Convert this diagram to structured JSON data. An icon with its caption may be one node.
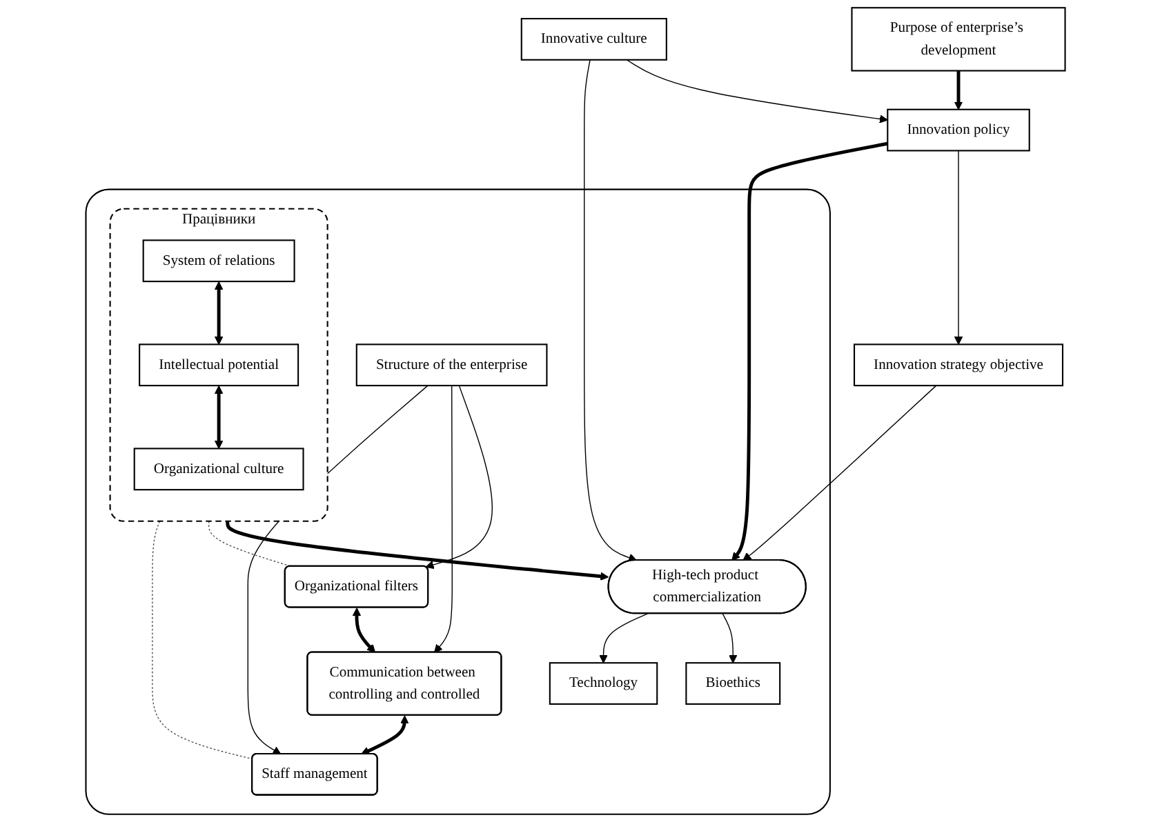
{
  "diagram": {
    "nodes": [
      {
        "text": [
          "Purpose of enterprise’s development"
        ]
      },
      {
        "text": [
          "Innovation policy"
        ]
      },
      {
        "text": [
          "Innovative culture"
        ]
      },
      {
        "text": [
          "Innovation strategy objective"
        ]
      },
      {
        "text": [],
        "shape": "box"
      },
      {
        "text": [
          "High-tech product commercialization"
        ],
        "in": 4
      },
      {
        "text": [
          "Bioethics"
        ],
        "in": 4
      },
      {
        "text": [
          "Technology"
        ],
        "in": 4
      },
      {
        "text": [
          "Працівники"
        ],
        "in": 4
      },
      {
        "text": [
          "System of relations"
        ],
        "in": 8
      },
      {
        "text": [
          "Intellectual potential"
        ],
        "in": 8
      },
      {
        "text": [
          "Organizational culture"
        ],
        "in": 8
      },
      {
        "text": [
          "Organizational filters"
        ],
        "in": 4
      },
      {
        "text": [
          "Communication between controlling and controlled"
        ],
        "in": 4
      },
      {
        "text": [
          "Staff management"
        ],
        "in": 4
      },
      {
        "text": [
          "Structure of the enterprise"
        ],
        "in": 4
      }
    ],
    "edges": [
      {
        "from": 0,
        "to": 1,
        "arrow": "to",
        "style": "thick"
      },
      {
        "from": 2,
        "to": 1,
        "arrow": "to"
      },
      {
        "from": 1,
        "to": 3,
        "arrow": "to"
      },
      {
        "from": 1,
        "to": 5,
        "arrow": "to",
        "style": "thick"
      },
      {
        "from": 2,
        "to": 5,
        "arrow": "to"
      },
      {
        "from": 3,
        "to": 5,
        "arrow": "to"
      },
      {
        "from": 5,
        "to": 6,
        "arrow": "to"
      },
      {
        "from": 5,
        "to": 7,
        "arrow": "to"
      },
      {
        "from": 8,
        "to": 5,
        "arrow": "to",
        "style": "thick"
      },
      {
        "from": 9,
        "to": 10,
        "arrow": "both",
        "style": "thick"
      },
      {
        "from": 10,
        "to": 11,
        "arrow": "both",
        "style": "thick"
      },
      {
        "from": 8,
        "to": 12,
        "arrow": "none",
        "style": "dashed"
      },
      {
        "from": 8,
        "to": 14,
        "arrow": "none",
        "style": "dashed"
      },
      {
        "from": 12,
        "to": 13,
        "arrow": "both",
        "style": "thick"
      },
      {
        "from": 13,
        "to": 14,
        "arrow": "both",
        "style": "thick"
      },
      {
        "from": 15,
        "to": 12,
        "arrow": "to"
      },
      {
        "from": 15,
        "to": 13,
        "arrow": "to"
      },
      {
        "from": 15,
        "to": 14,
        "arrow": "to"
      }
    ]
  }
}
